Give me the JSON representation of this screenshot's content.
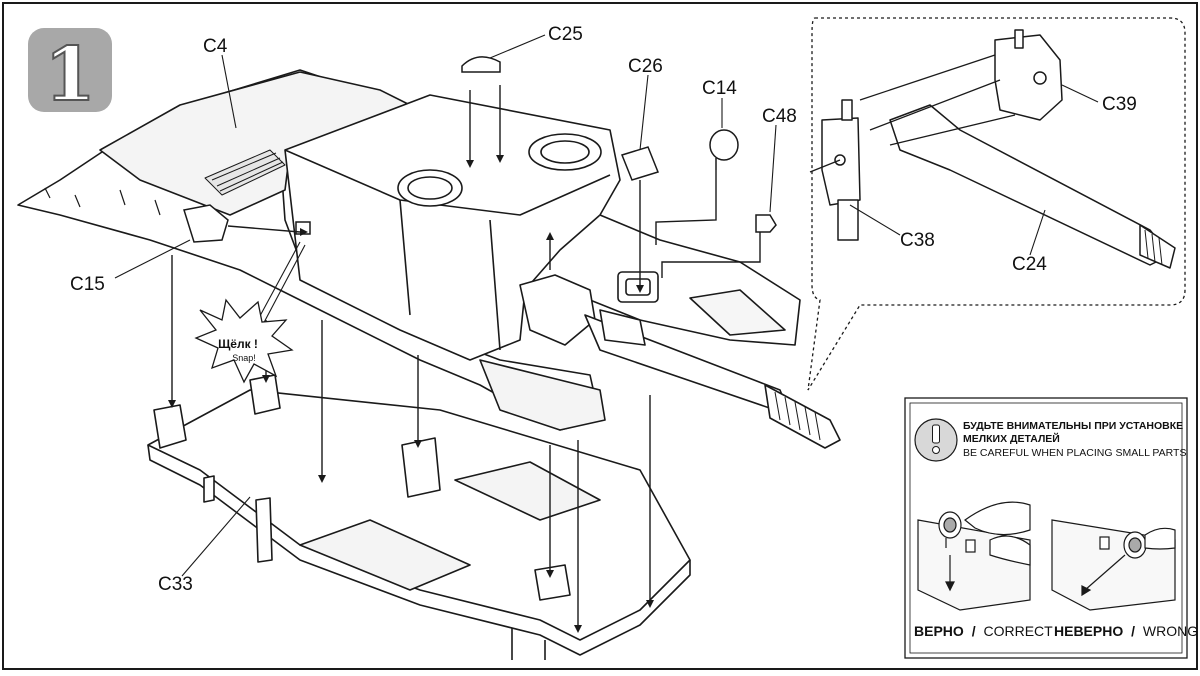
{
  "step": {
    "number": "1"
  },
  "parts": {
    "c4": "C4",
    "c25": "C25",
    "c26": "C26",
    "c14": "C14",
    "c48": "C48",
    "c15": "C15",
    "c33": "C33",
    "c39": "C39",
    "c38": "C38",
    "c24": "C24"
  },
  "snap": {
    "ru": "Щёлк !",
    "en": "Snap!"
  },
  "caution": {
    "heading_ru_line1": "БУДЬТЕ ВНИМАТЕЛЬНЫ ПРИ УСТАНОВКЕ",
    "heading_ru_line2": "МЕЛКИХ ДЕТАЛЕЙ",
    "heading_en": "BE CAREFUL WHEN PLACING SMALL PARTS",
    "icon": "exclamation-icon",
    "correct_ru": "ВЕРНО",
    "correct_en": "CORRECT",
    "wrong_ru": "НЕВЕРНО",
    "wrong_en": "WRONG",
    "separator": "/"
  },
  "colors": {
    "step_badge_bg": "#a8a8a8",
    "line": "#1a1a1a",
    "badge_text": "#ffffff"
  }
}
